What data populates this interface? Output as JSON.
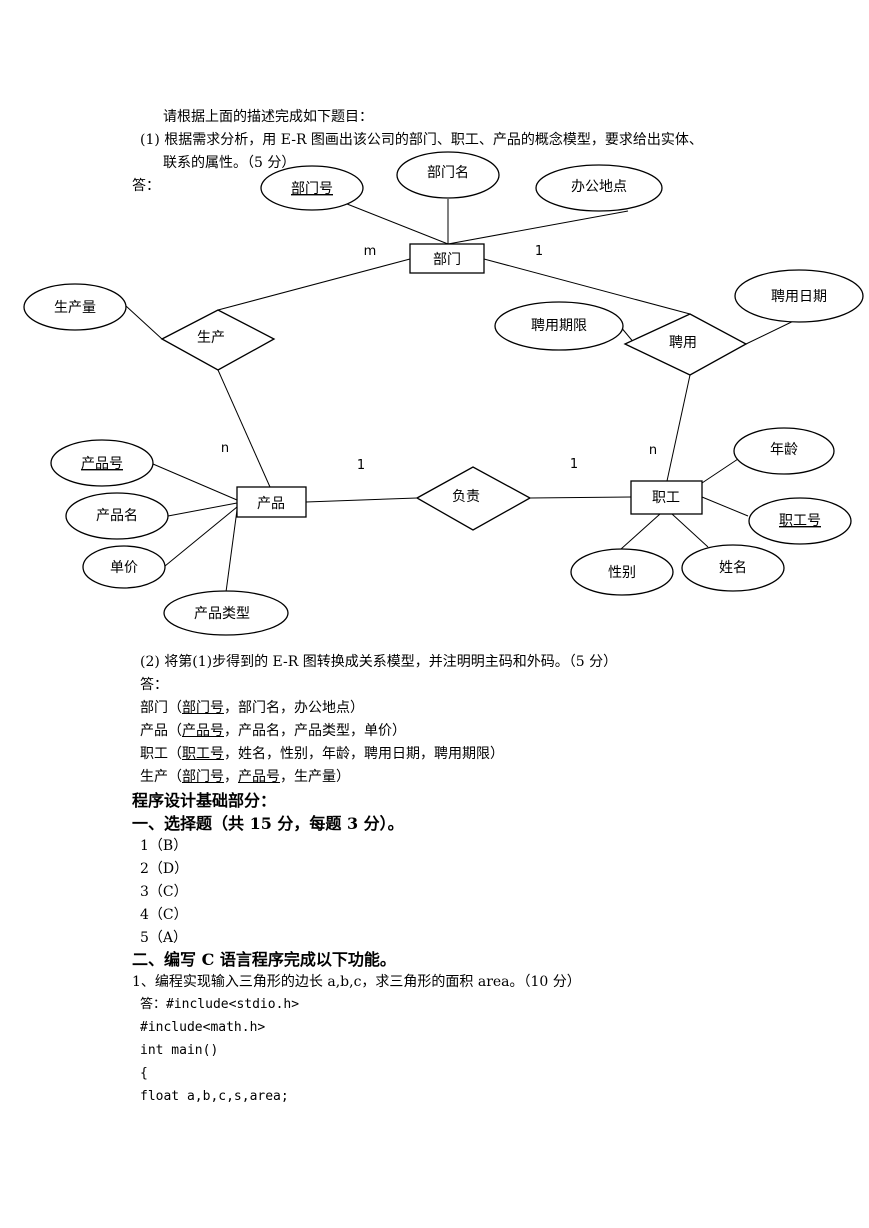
{
  "intro": "请根据上面的描述完成如下题目：",
  "q1": {
    "line1": "(1) 根据需求分析，用 E-R 图画出该公司的部门、职工、产品的概念模型，要求给出实体、",
    "line2": "联系的属性。（5 分）",
    "answer_label": "答："
  },
  "er_diagram": {
    "entities": {
      "dept": "部门",
      "product": "产品",
      "employee": "职工"
    },
    "relationships": {
      "produce": "生产",
      "hire": "聘用",
      "responsible": "负责"
    },
    "attributes": {
      "dept_no": "部门号",
      "dept_name": "部门名",
      "office": "办公地点",
      "output": "生产量",
      "hire_period": "聘用期限",
      "hire_date": "聘用日期",
      "product_no": "产品号",
      "product_name": "产品名",
      "price": "单价",
      "product_type": "产品类型",
      "age": "年龄",
      "emp_no": "职工号",
      "gender": "性别",
      "name": "姓名"
    },
    "cardinalities": {
      "m": "m",
      "one_dept": "1",
      "n_product": "n",
      "one_product": "1",
      "one_emp": "1",
      "n_emp": "n"
    }
  },
  "q2": {
    "question": "(2) 将第(1)步得到的 E-R 图转换成关系模型，并注明明主码和外码。（5 分）",
    "answer_label": "答：",
    "dept": {
      "a": "部门（",
      "k1": "部门号",
      "b": "，部门名，办公地点）"
    },
    "product": {
      "a": "产品（",
      "k1": "产品号",
      "b": "，产品名，产品类型，单价）"
    },
    "employee": {
      "a": "职工（",
      "k1": "职工号",
      "b": "，姓名，性别，年龄，聘用日期，聘用期限）"
    },
    "produce": {
      "a": "生产（",
      "k1": "部门号",
      "sep": "，",
      "k2": "产品号",
      "b": "，生产量）"
    }
  },
  "section_prog": "程序设计基础部分：",
  "section_choice": "一、选择题（共 15 分，每题 3 分）。",
  "choices": [
    "1（B）",
    "2（D）",
    "3（C）",
    "4（C）",
    "5（A）"
  ],
  "section_c": "二、编写 C 语言程序完成以下功能。",
  "c_q1": "1、编程实现输入三角形的边长 a,b,c，求三角形的面积 area。（10 分）",
  "code": [
    "答：#include<stdio.h>",
    "#include<math.h>",
    "int main()",
    "{",
    "float a,b,c,s,area;"
  ]
}
